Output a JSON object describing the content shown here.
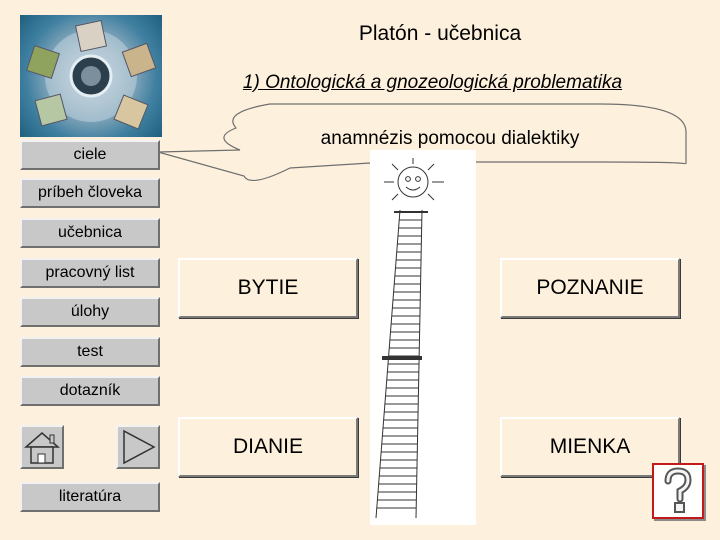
{
  "header": {
    "title": "Platón - učebnica",
    "subtitle": "1) Ontologická a gnozeologická problematika"
  },
  "bubble": {
    "text": "anamnézis pomocou dialektiky"
  },
  "nav": {
    "ciele": "ciele",
    "pribeh": "príbeh človeka",
    "ucebnica": "učebnica",
    "pracovny_list": "pracovný list",
    "ulohy": "úlohy",
    "test": "test",
    "dotaznik": "dotazník",
    "literatura": "literatúra"
  },
  "boxes": {
    "bytie": "BYTIE",
    "poznanie": "POZNANIE",
    "dianie": "DIANIE",
    "mienka": "MIENKA"
  },
  "icons": {
    "home": "home-icon",
    "next": "play-arrow-icon",
    "help": "question-mark-icon"
  },
  "colors": {
    "background": "#fdf1dd",
    "button": "#c8c8c8",
    "help_border": "#c21a1a"
  }
}
